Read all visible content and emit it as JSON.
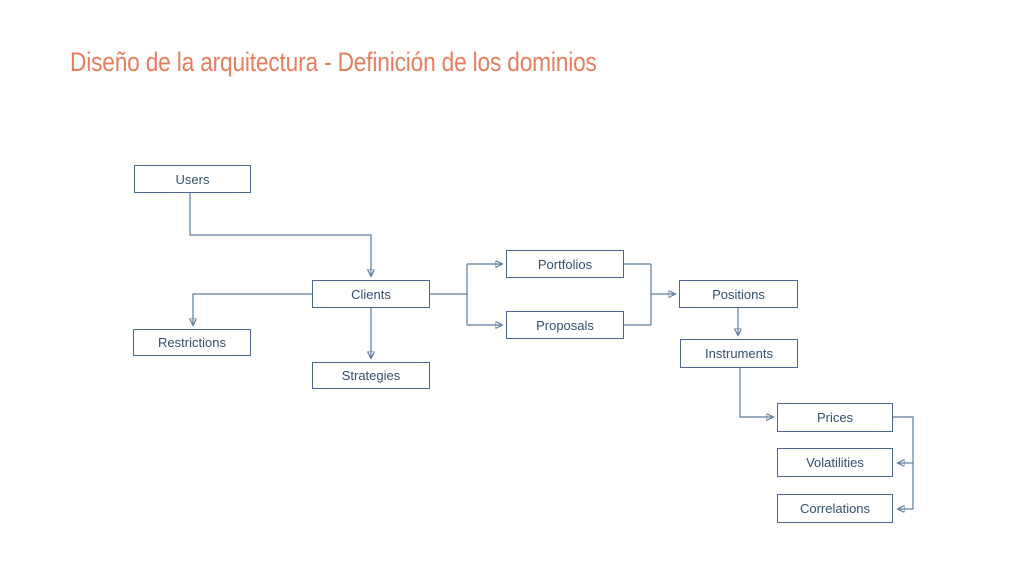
{
  "slide": {
    "title": "Diseño de la arquitectura - Definición de los dominios"
  },
  "colors": {
    "title_text": "#e87d5e",
    "node_border": "#4c6890",
    "node_text": "#33516f",
    "connector_line": "#5e7b99",
    "background": "#ffffff"
  },
  "diagram": {
    "nodes": [
      {
        "id": "users",
        "label": "Users"
      },
      {
        "id": "clients",
        "label": "Clients"
      },
      {
        "id": "restrictions",
        "label": "Restrictions"
      },
      {
        "id": "strategies",
        "label": "Strategies"
      },
      {
        "id": "portfolios",
        "label": "Portfolios"
      },
      {
        "id": "proposals",
        "label": "Proposals"
      },
      {
        "id": "positions",
        "label": "Positions"
      },
      {
        "id": "instruments",
        "label": "Instruments"
      },
      {
        "id": "prices",
        "label": "Prices"
      },
      {
        "id": "volatilities",
        "label": "Volatilities"
      },
      {
        "id": "correlations",
        "label": "Correlations"
      }
    ],
    "edges": [
      "Users -> Clients",
      "Clients -> Restrictions",
      "Clients -> Strategies",
      "Clients -> Portfolios",
      "Clients -> Proposals",
      "Portfolios -> Positions",
      "Proposals -> Positions",
      "Positions -> Instruments",
      "Instruments -> Prices",
      "Prices -> Volatilities",
      "Prices -> Correlations"
    ]
  }
}
